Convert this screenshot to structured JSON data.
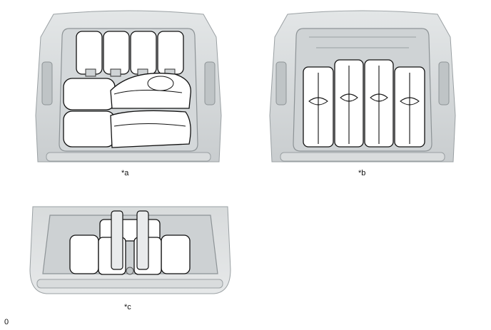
{
  "figures": [
    {
      "id": "a",
      "caption": "*a"
    },
    {
      "id": "b",
      "caption": "*b"
    },
    {
      "id": "c",
      "caption": "*c"
    }
  ],
  "doc_code": "0"
}
